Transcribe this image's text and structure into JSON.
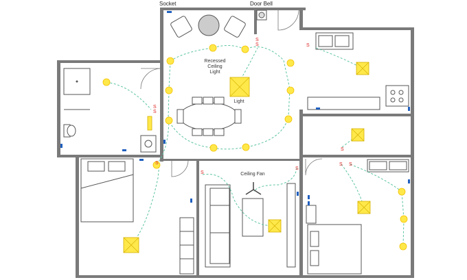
{
  "labels": {
    "socket": "Socket",
    "door_bell": "Door Bell",
    "recessed_1": "Recessed",
    "recessed_2": "Ceiling",
    "recessed_3": "Light",
    "light": "Light",
    "ceiling_fan": "Ceiling Fan"
  },
  "switch_symbol": "S",
  "colors": {
    "wall": "#7a7a7a",
    "light_fill": "#ffe84a",
    "wire": "#5cc4a0",
    "switch": "#d22222",
    "socket": "#1f5fbf"
  }
}
